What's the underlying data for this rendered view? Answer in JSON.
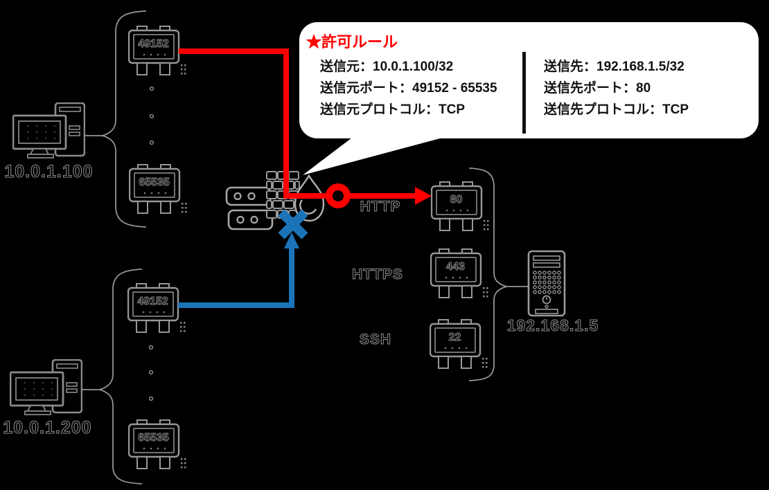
{
  "diagram": {
    "background": "#000000",
    "accent_red": "#FF0000",
    "accent_blue": "#1B74B8"
  },
  "callout": {
    "title": "★許可ルール",
    "source": {
      "address": "送信元：10.0.1.100/32",
      "port": "送信元ポート：49152 - 65535",
      "protocol": "送信元プロトコル：TCP"
    },
    "destination": {
      "address": "送信先：192.168.1.5/32",
      "port": "送信先ポート：80",
      "protocol": "送信先プロトコル：TCP"
    }
  },
  "clients": [
    {
      "ip": "10.0.1.100"
    },
    {
      "ip": "10.0.1.200"
    }
  ],
  "server": {
    "ip": "192.168.1.5"
  },
  "ports": {
    "client_top": [
      "49152",
      "65535"
    ],
    "client_bottom": [
      "49152",
      "65535"
    ],
    "server": [
      "80",
      "443",
      "22"
    ]
  },
  "services": [
    "HTTP",
    "HTTPS",
    "SSH"
  ]
}
